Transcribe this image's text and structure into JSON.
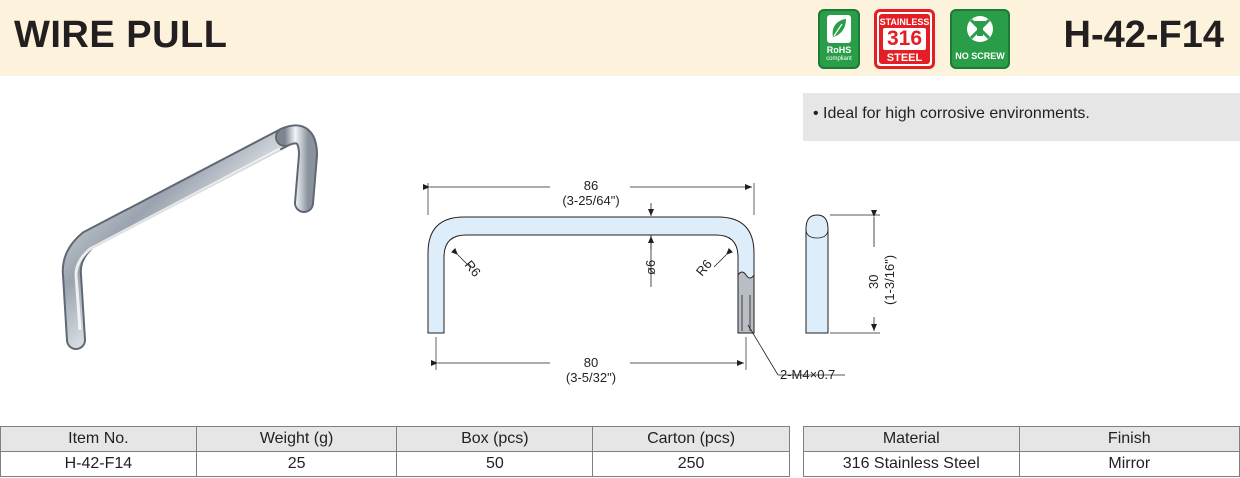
{
  "header": {
    "title": "WIRE PULL",
    "code": "H-42-F14",
    "badges": {
      "rohs": {
        "icon": "leaf-icon",
        "line1": "RoHS",
        "line2": "compliant",
        "color": "#2a9d48"
      },
      "steel": {
        "line1": "STAINLESS",
        "line2": "316",
        "line3": "STEEL",
        "color": "#e31e24"
      },
      "noscrew": {
        "icon": "no-screw-icon",
        "label": "NO SCREW",
        "color": "#2a9d48"
      }
    }
  },
  "features": [
    "• Ideal for high corrosive environments."
  ],
  "drawing": {
    "overall_length": "86",
    "overall_length_in": "(3-25/64\")",
    "center_distance": "80",
    "center_distance_in": "(3-5/32\")",
    "radius_left": "R6",
    "radius_right": "R6",
    "diameter": "ø6",
    "height": "30",
    "height_in": "(1-3/16\")",
    "thread": "2-M4×0.7"
  },
  "spec_table": {
    "headers": [
      "Item No.",
      "Weight (g)",
      "Box (pcs)",
      "Carton (pcs)"
    ],
    "row": [
      "H-42-F14",
      "25",
      "50",
      "250"
    ]
  },
  "material_table": {
    "headers": [
      "Material",
      "Finish"
    ],
    "row": [
      "316 Stainless Steel",
      "Mirror"
    ]
  }
}
